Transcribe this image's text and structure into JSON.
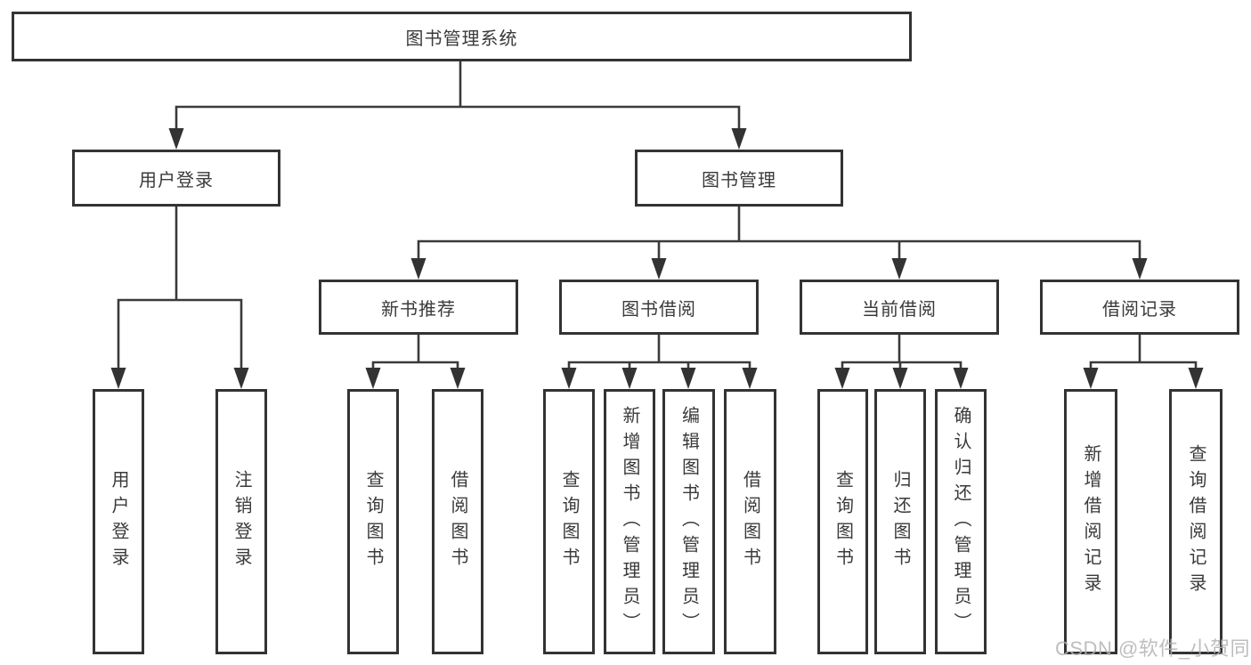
{
  "tree": {
    "label": "图书管理系统",
    "children": [
      {
        "label": "用户登录",
        "children": [
          {
            "label": "用户登录"
          },
          {
            "label": "注销登录"
          }
        ]
      },
      {
        "label": "图书管理",
        "children": [
          {
            "label": "新书推荐",
            "children": [
              {
                "label": "查询图书"
              },
              {
                "label": "借阅图书"
              }
            ]
          },
          {
            "label": "图书借阅",
            "children": [
              {
                "label": "查询图书"
              },
              {
                "label": "新增图书（管理员）"
              },
              {
                "label": "编辑图书（管理员）"
              },
              {
                "label": "借阅图书"
              }
            ]
          },
          {
            "label": "当前借阅",
            "children": [
              {
                "label": "查询图书"
              },
              {
                "label": "归还图书"
              },
              {
                "label": "确认归还（管理员）"
              }
            ]
          },
          {
            "label": "借阅记录",
            "children": [
              {
                "label": "新增借阅记录"
              },
              {
                "label": "查询借阅记录"
              }
            ]
          }
        ]
      }
    ]
  },
  "watermark": {
    "text": "CSDN @软件_小贺同学"
  },
  "colors": {
    "line": "#3a3a3a",
    "box_border": "#333333",
    "text": "#3a3a3a",
    "background": "#ffffff",
    "watermark": "#b3b3b3"
  }
}
